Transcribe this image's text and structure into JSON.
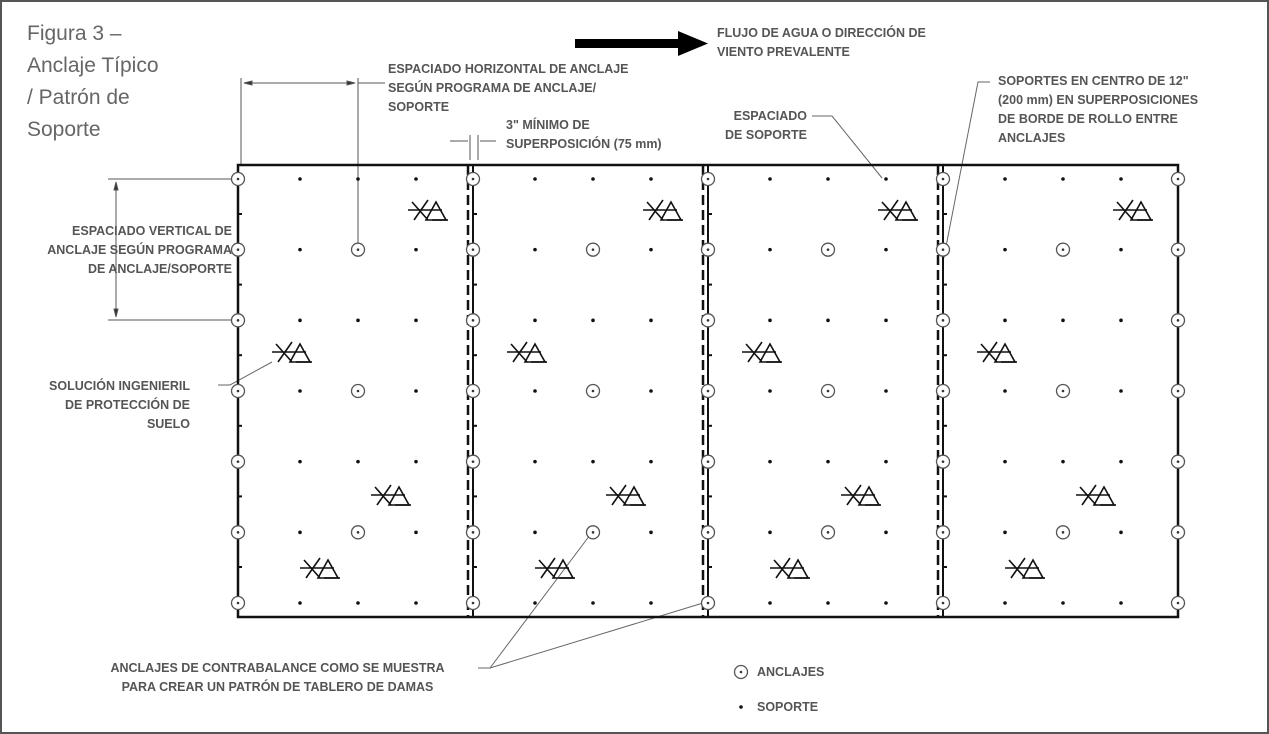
{
  "title": [
    "Figura 3 –",
    "Anclaje Típico",
    "/ Patrón de",
    "Soporte"
  ],
  "labels": {
    "flow": [
      "FLUJO DE AGUA O DIRECCIÓN DE",
      "VIENTO PREVALENTE"
    ],
    "horizontal_spacing": [
      "ESPACIADO HORIZONTAL DE ANCLAJE",
      "SEGÚN PROGRAMA DE ANCLAJE/",
      "SOPORTE"
    ],
    "overlap": [
      "3\" MÍNIMO DE",
      "SUPERPOSICIÓN (75 mm)"
    ],
    "support_spacing": [
      "ESPACIADO",
      "DE SOPORTE"
    ],
    "center_supports": [
      "SOPORTES EN CENTRO DE 12\"",
      "(200 mm) EN SUPERPOSICIONES",
      "DE BORDE DE ROLLO ENTRE",
      "ANCLAJES"
    ],
    "vertical_spacing": [
      "ESPACIADO VERTICAL DE",
      "ANCLAJE SEGÚN PROGRAMA",
      "DE ANCLAJE/SOPORTE"
    ],
    "engineered_solution": [
      "SOLUCIÓN INGENIERIL",
      "DE PROTECCIÓN DE",
      "SUELO"
    ],
    "counterbalance": [
      "ANCLAJES DE CONTRABALANCE COMO SE MUESTRA",
      "PARA CREAR UN PATRÓN DE TABLERO DE DAMAS"
    ]
  },
  "legend": [
    {
      "icon": "anchor-circle",
      "label": "ANCLAJES"
    },
    {
      "icon": "support-dot",
      "label": "SOPORTE"
    }
  ],
  "diagram": {
    "panels": 4,
    "rows": 7
  },
  "colors": {
    "text": "#555555",
    "line": "#111111",
    "leader": "#777777"
  }
}
